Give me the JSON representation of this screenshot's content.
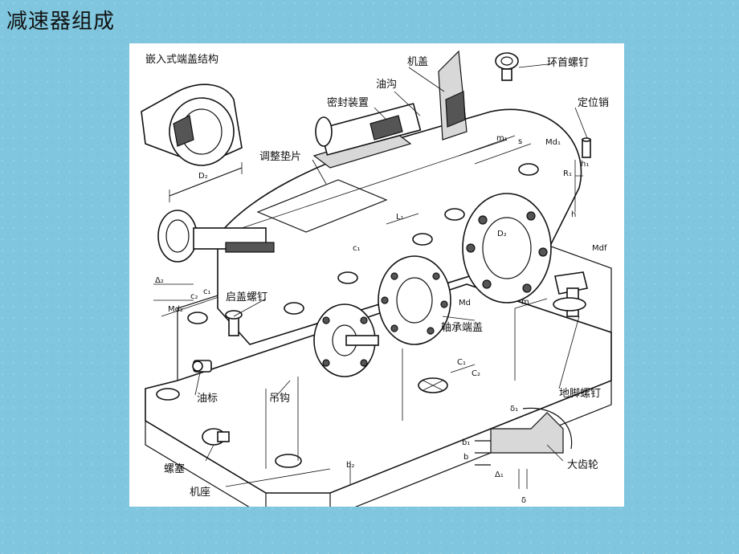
{
  "slide": {
    "title": "减速器组成"
  },
  "figure": {
    "labels": {
      "embedded_cover": "嵌入式端盖结构",
      "machine_cover": "机盖",
      "ring_bolt": "环首螺钉",
      "oil_groove": "油沟",
      "seal_device": "密封装置",
      "locating_pin": "定位销",
      "adjust_shim": "调整垫片",
      "lift_cover_bolt": "启盖螺钉",
      "bearing_cover": "轴承端盖",
      "oil_gauge": "油标",
      "hook": "吊钩",
      "anchor_bolt": "地脚螺钉",
      "plug": "螺塞",
      "base": "机座",
      "big_gear": "大齿轮"
    },
    "symbols": {
      "D2_top": "D₂",
      "m1": "m₁",
      "s": "s",
      "Md1": "Md₁",
      "R1": "R₁",
      "h1": "h₁",
      "h": "h",
      "L1": "L₁",
      "D2_mid": "D₂",
      "c1_top": "c₁",
      "Mdf": "Mdf",
      "delta2": "Δ₂",
      "c2": "c₂",
      "c1_left": "c₁",
      "Md2": "Md₂",
      "Md": "Md",
      "m": "m",
      "C1": "C₁",
      "C2": "C₂",
      "b2": "b₂",
      "delta1_top": "δ₁",
      "b1": "b₁",
      "b": "b",
      "Delta1": "Δ₁",
      "delta": "δ"
    }
  }
}
